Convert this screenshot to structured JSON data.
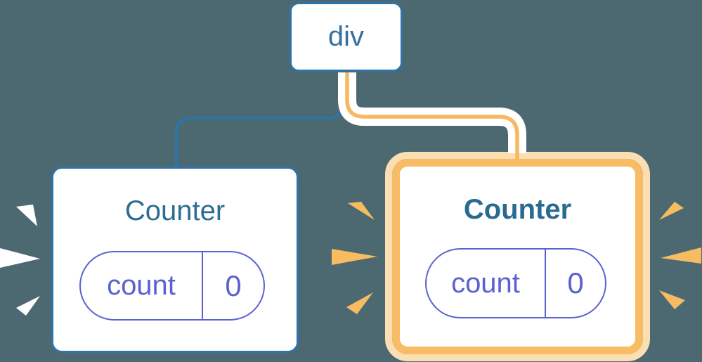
{
  "diagram": {
    "root_node": {
      "label": "div"
    },
    "left_counter": {
      "title": "Counter",
      "pill": {
        "key": "count",
        "value": "0"
      }
    },
    "right_counter": {
      "title": "Counter",
      "pill": {
        "key": "count",
        "value": "0"
      }
    }
  },
  "colors": {
    "background": "#4C6972",
    "node_border_blue": "#2E74A8",
    "node_text_blue": "#35719E",
    "title_teal": "#2C6E92",
    "pill_purple": "#5A62D2",
    "highlight_orange": "#F8BC64",
    "highlight_orange_pale": "#FBDFB3",
    "connector_core_orange": "#F7B95F",
    "burst_orange": "#F7BB62",
    "burst_white": "#FFFFFF",
    "card_fill": "#FFFFFF"
  }
}
